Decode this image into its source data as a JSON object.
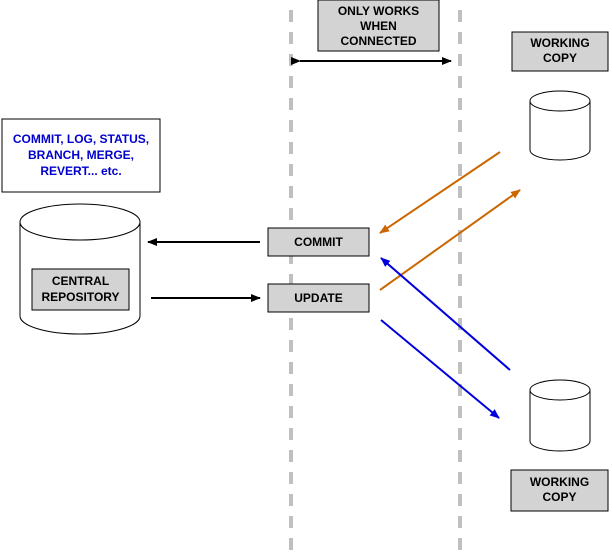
{
  "notes": {
    "connected": [
      "ONLY WORKS",
      "WHEN",
      "CONNECTED"
    ],
    "commands": [
      "COMMIT, LOG, STATUS,",
      "BRANCH, MERGE,",
      "REVERT... etc."
    ]
  },
  "nodes": {
    "central_repository": [
      "CENTRAL",
      "REPOSITORY"
    ],
    "commit": "COMMIT",
    "update": "UPDATE",
    "working_copy_top": [
      "WORKING",
      "COPY"
    ],
    "working_copy_bottom": [
      "WORKING",
      "COPY"
    ]
  },
  "colors": {
    "box_fill": "#d3d3d3",
    "guide_line": "#c0c0c0",
    "orange_arrow": "#cc6600",
    "blue_arrow": "#0000dd",
    "command_text": "#0000cc",
    "black_arrow": "#000000"
  }
}
